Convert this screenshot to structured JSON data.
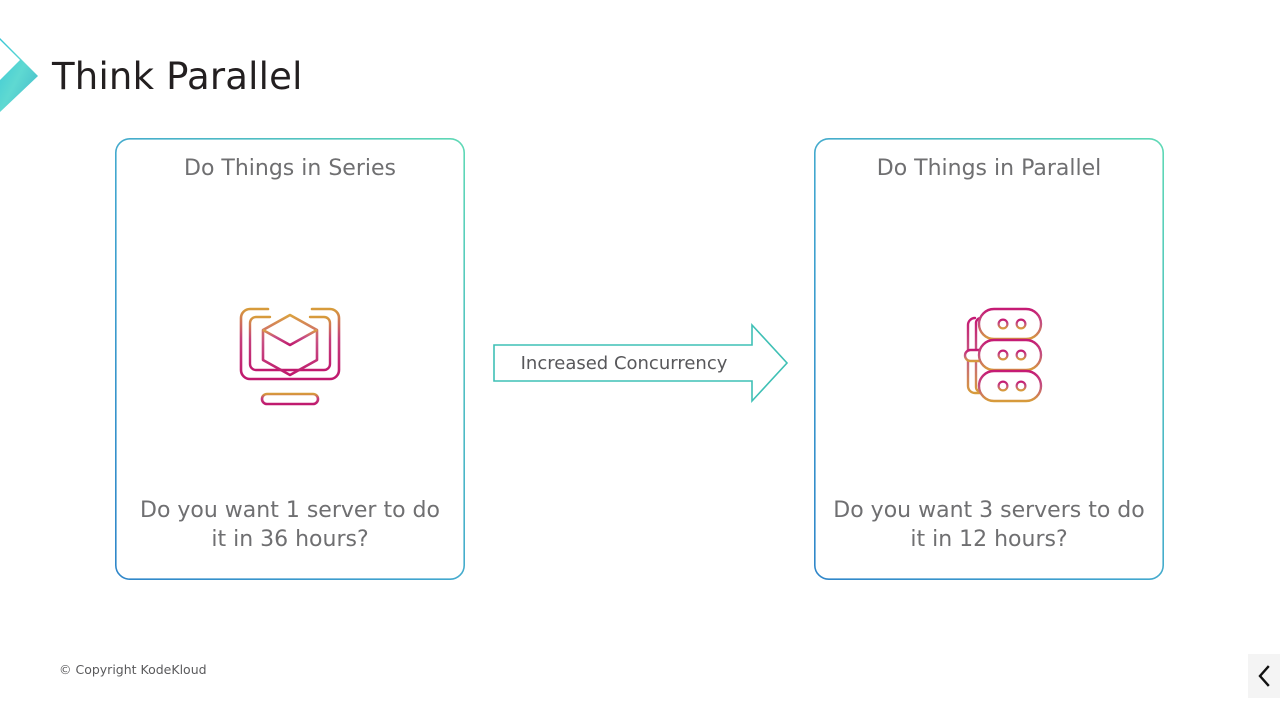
{
  "slide": {
    "title": "Think Parallel",
    "header_icon": "chevron-right-icon",
    "accent_teal": "#3fcfc8",
    "accent_blue": "#3d91cf",
    "accent_green": "#5fd6a8",
    "icon_orange": "#d99a3c",
    "icon_magenta": "#c0256d",
    "text_gray": "#6f6f71"
  },
  "cards": [
    {
      "title": "Do Things in Series",
      "icon": "monitor-cube-icon",
      "caption": "Do you want 1 server to do it in 36 hours?"
    },
    {
      "title": "Do Things in Parallel",
      "icon": "server-stack-icon",
      "caption": "Do you want 3 servers to do it in 12 hours?"
    }
  ],
  "arrow": {
    "label": "Increased Concurrency",
    "icon": "arrow-right-icon",
    "color": "#3fc0b5"
  },
  "footer": {
    "copyright": "© Copyright KodeKloud",
    "prev_button_icon": "chevron-left-icon"
  }
}
